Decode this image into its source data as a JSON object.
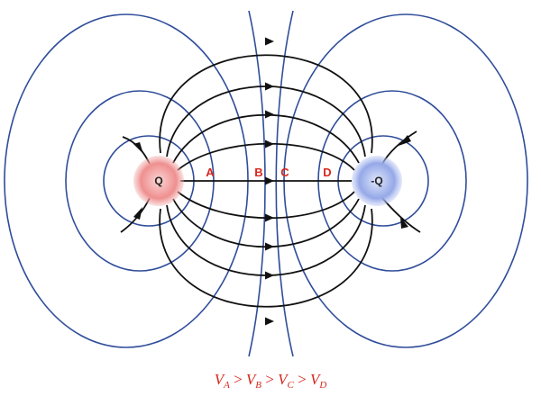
{
  "colors": {
    "field_line": "#111111",
    "equipotential": "#2f4d9a",
    "label": "#d7281e",
    "positive_charge": "#ef7f7f",
    "negative_charge": "#8ea2e6"
  },
  "charges": {
    "positive": {
      "label": "Q"
    },
    "negative": {
      "label": "-Q"
    }
  },
  "point_labels": [
    "A",
    "B",
    "C",
    "D"
  ],
  "relation": {
    "parts": [
      {
        "base": "V",
        "sub": "A"
      },
      {
        "op": " > "
      },
      {
        "base": "V",
        "sub": "B"
      },
      {
        "op": " > "
      },
      {
        "base": "V",
        "sub": "C"
      },
      {
        "op": " > "
      },
      {
        "base": "V",
        "sub": "D"
      }
    ]
  },
  "figure": {
    "field_line_count": 11,
    "equipotential_count": 8,
    "arrow_direction": "from Q toward -Q"
  }
}
